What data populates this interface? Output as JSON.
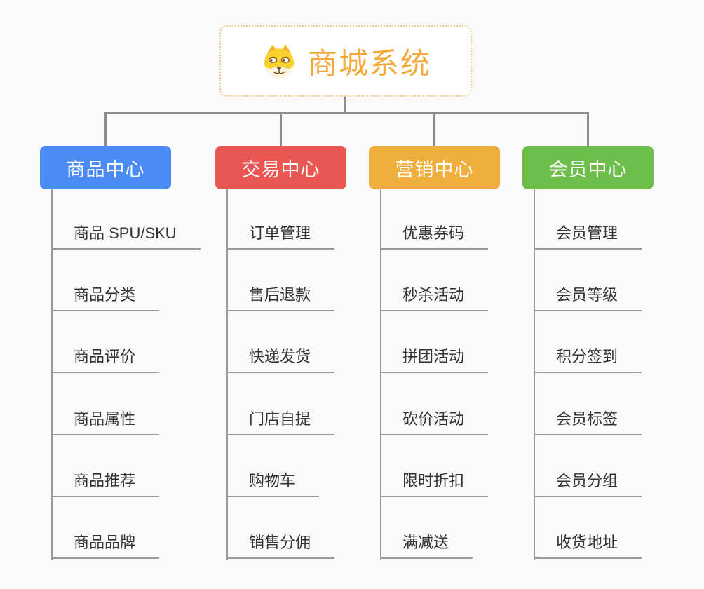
{
  "canvas": {
    "background": "#fafafa"
  },
  "root": {
    "title": "商城系统",
    "title_color": "#f5a93b",
    "border_color": "#f3c887",
    "icon": "dog-face-icon"
  },
  "connector_color": "#8c8c8c",
  "branches": [
    {
      "label": "商品中心",
      "color": "#4a8cf3",
      "children": [
        "商品 SPU/SKU",
        "商品分类",
        "商品评价",
        "商品属性",
        "商品推荐",
        "商品品牌"
      ]
    },
    {
      "label": "交易中心",
      "color": "#ea5752",
      "children": [
        "订单管理",
        "售后退款",
        "快递发货",
        "门店自提",
        "购物车",
        "销售分佣"
      ]
    },
    {
      "label": "营销中心",
      "color": "#efae3e",
      "children": [
        "优惠券码",
        "秒杀活动",
        "拼团活动",
        "砍价活动",
        "限时折扣",
        "满减送"
      ]
    },
    {
      "label": "会员中心",
      "color": "#6ebe4b",
      "children": [
        "会员管理",
        "会员等级",
        "积分签到",
        "会员标签",
        "会员分组",
        "收货地址"
      ]
    }
  ]
}
